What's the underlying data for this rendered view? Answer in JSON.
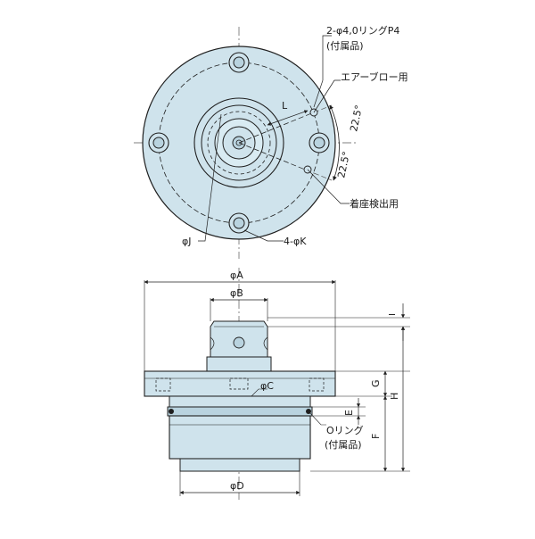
{
  "colors": {
    "part_fill": "#cfe3ec",
    "part_fill_dark": "#b9d3df",
    "line": "#1f1f1f",
    "blue_line": "#2a6fb0"
  },
  "top_view": {
    "labels": {
      "ring_p4": "2-φ4,0リングP4",
      "accessory_1": "(付属品)",
      "air_blow": "エアーブロー用",
      "angle_a": "22.5°",
      "angle_b": "22.5°",
      "seat_detect": "着座検出用",
      "phi_j": "φJ",
      "four_phi_k": "4-φK",
      "dim_l": "L"
    }
  },
  "side_view": {
    "labels": {
      "phi_a": "φA",
      "phi_b": "φB",
      "phi_c": "φC",
      "phi_d": "φD",
      "dim_i": "I",
      "dim_g": "G",
      "dim_h": "H",
      "dim_e": "E",
      "dim_f": "F",
      "o_ring": "Oリング",
      "accessory_2": "(付属品)"
    }
  }
}
